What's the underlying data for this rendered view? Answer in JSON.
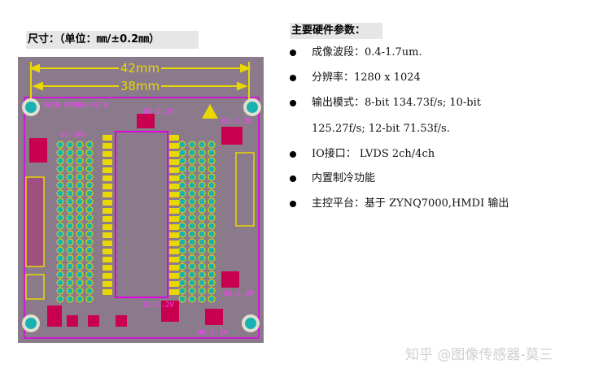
{
  "size_section": {
    "title": "尺寸：（单位：㎜/±0.2㎜）",
    "dim_outer": "42mm",
    "dim_inner": "38mm"
  },
  "board_labels": {
    "name": "SWIR-M3900-V2.0",
    "u5": "U5-2.2V",
    "u2": "U2-3.3V",
    "u3": "U3-18V",
    "u1": "U1-1.2V",
    "u4": "U4-2.2V",
    "u6": "U6-1.2V"
  },
  "colors": {
    "board": "#8a7a8c",
    "pad": "#e8d800",
    "via": "#19b2b2",
    "copper": "#c8004e",
    "silk": "#e000e0",
    "dim_line": "#e8d800"
  },
  "spec_section": {
    "title": "主要硬件参数：",
    "items": [
      "成像波段：0.4-1.7um.",
      "分辨率：1280 x 1024",
      "输出模式：8-bit 134.73f/s; 10-bit",
      "125.27f/s; 12-bit 71.53f/s.",
      "IO接口： LVDS 2ch/4ch",
      "内置制冷功能",
      "主控平台：基于 ZYNQ7000,HMDI 输出"
    ]
  },
  "watermark": "知乎 @图像传感器-莫三"
}
